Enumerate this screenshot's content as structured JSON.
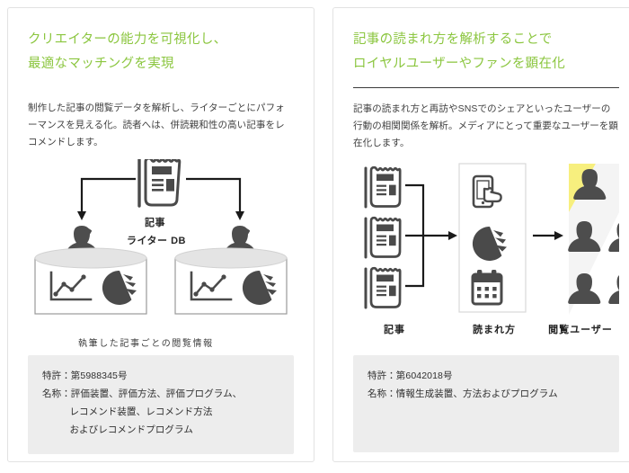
{
  "theme": {
    "accent_green": "#8BC63F",
    "icon_dark": "#4a4a4a",
    "panel_gray": "#ededed",
    "highlight_yellow": "#F7EF7E",
    "shadow_gray": "#f2f2f2",
    "card_border": "#e2e2e2"
  },
  "cards": [
    {
      "title_line1": "クリエイターの能力を可視化し、",
      "title_line2": "最適なマッチングを実現",
      "body": "制作した記事の閲覧データを解析し、ライターごとにパフォーマンスを見える化。読者へは、併読親和性の高い記事をレコメンドします。",
      "diagram": {
        "article_label": "記事",
        "db_label": "ライター DB",
        "caption": "執筆した記事ごとの閲覧情報",
        "icons": [
          "newspaper-icon",
          "person-writer-icon",
          "database-cylinder-icon",
          "line-chart-icon",
          "pie-chart-icon"
        ]
      },
      "patent": {
        "number_label": "特許：第5988345号",
        "name_line1": "名称：評価装置、評価方法、評価プログラム、",
        "name_line2": "レコメンド装置、レコメンド方法",
        "name_line3": "およびレコメンドプログラム"
      }
    },
    {
      "title_line1": "記事の読まれ方を解析することで",
      "title_line2": "ロイヤルユーザーやファンを顕在化",
      "body": "記事の読まれ方と再訪やSNSでのシェアといったユーザーの行動の相関関係を解析。メディアにとって重要なユーザーを顕在化します。",
      "diagram": {
        "col1_label": "記事",
        "col2_label": "読まれ方",
        "col3_label": "閲覧ユーザー",
        "icons": [
          "newspaper-icon",
          "mobile-tap-icon",
          "pie-chart-icon",
          "calendar-icon",
          "user-silhouette-icon",
          "arrow-right-icon"
        ]
      },
      "patent": {
        "number_label": "特許：第6042018号",
        "name_line1": "名称：情報生成装置、方法およびプログラム",
        "name_line2": "",
        "name_line3": ""
      }
    }
  ]
}
